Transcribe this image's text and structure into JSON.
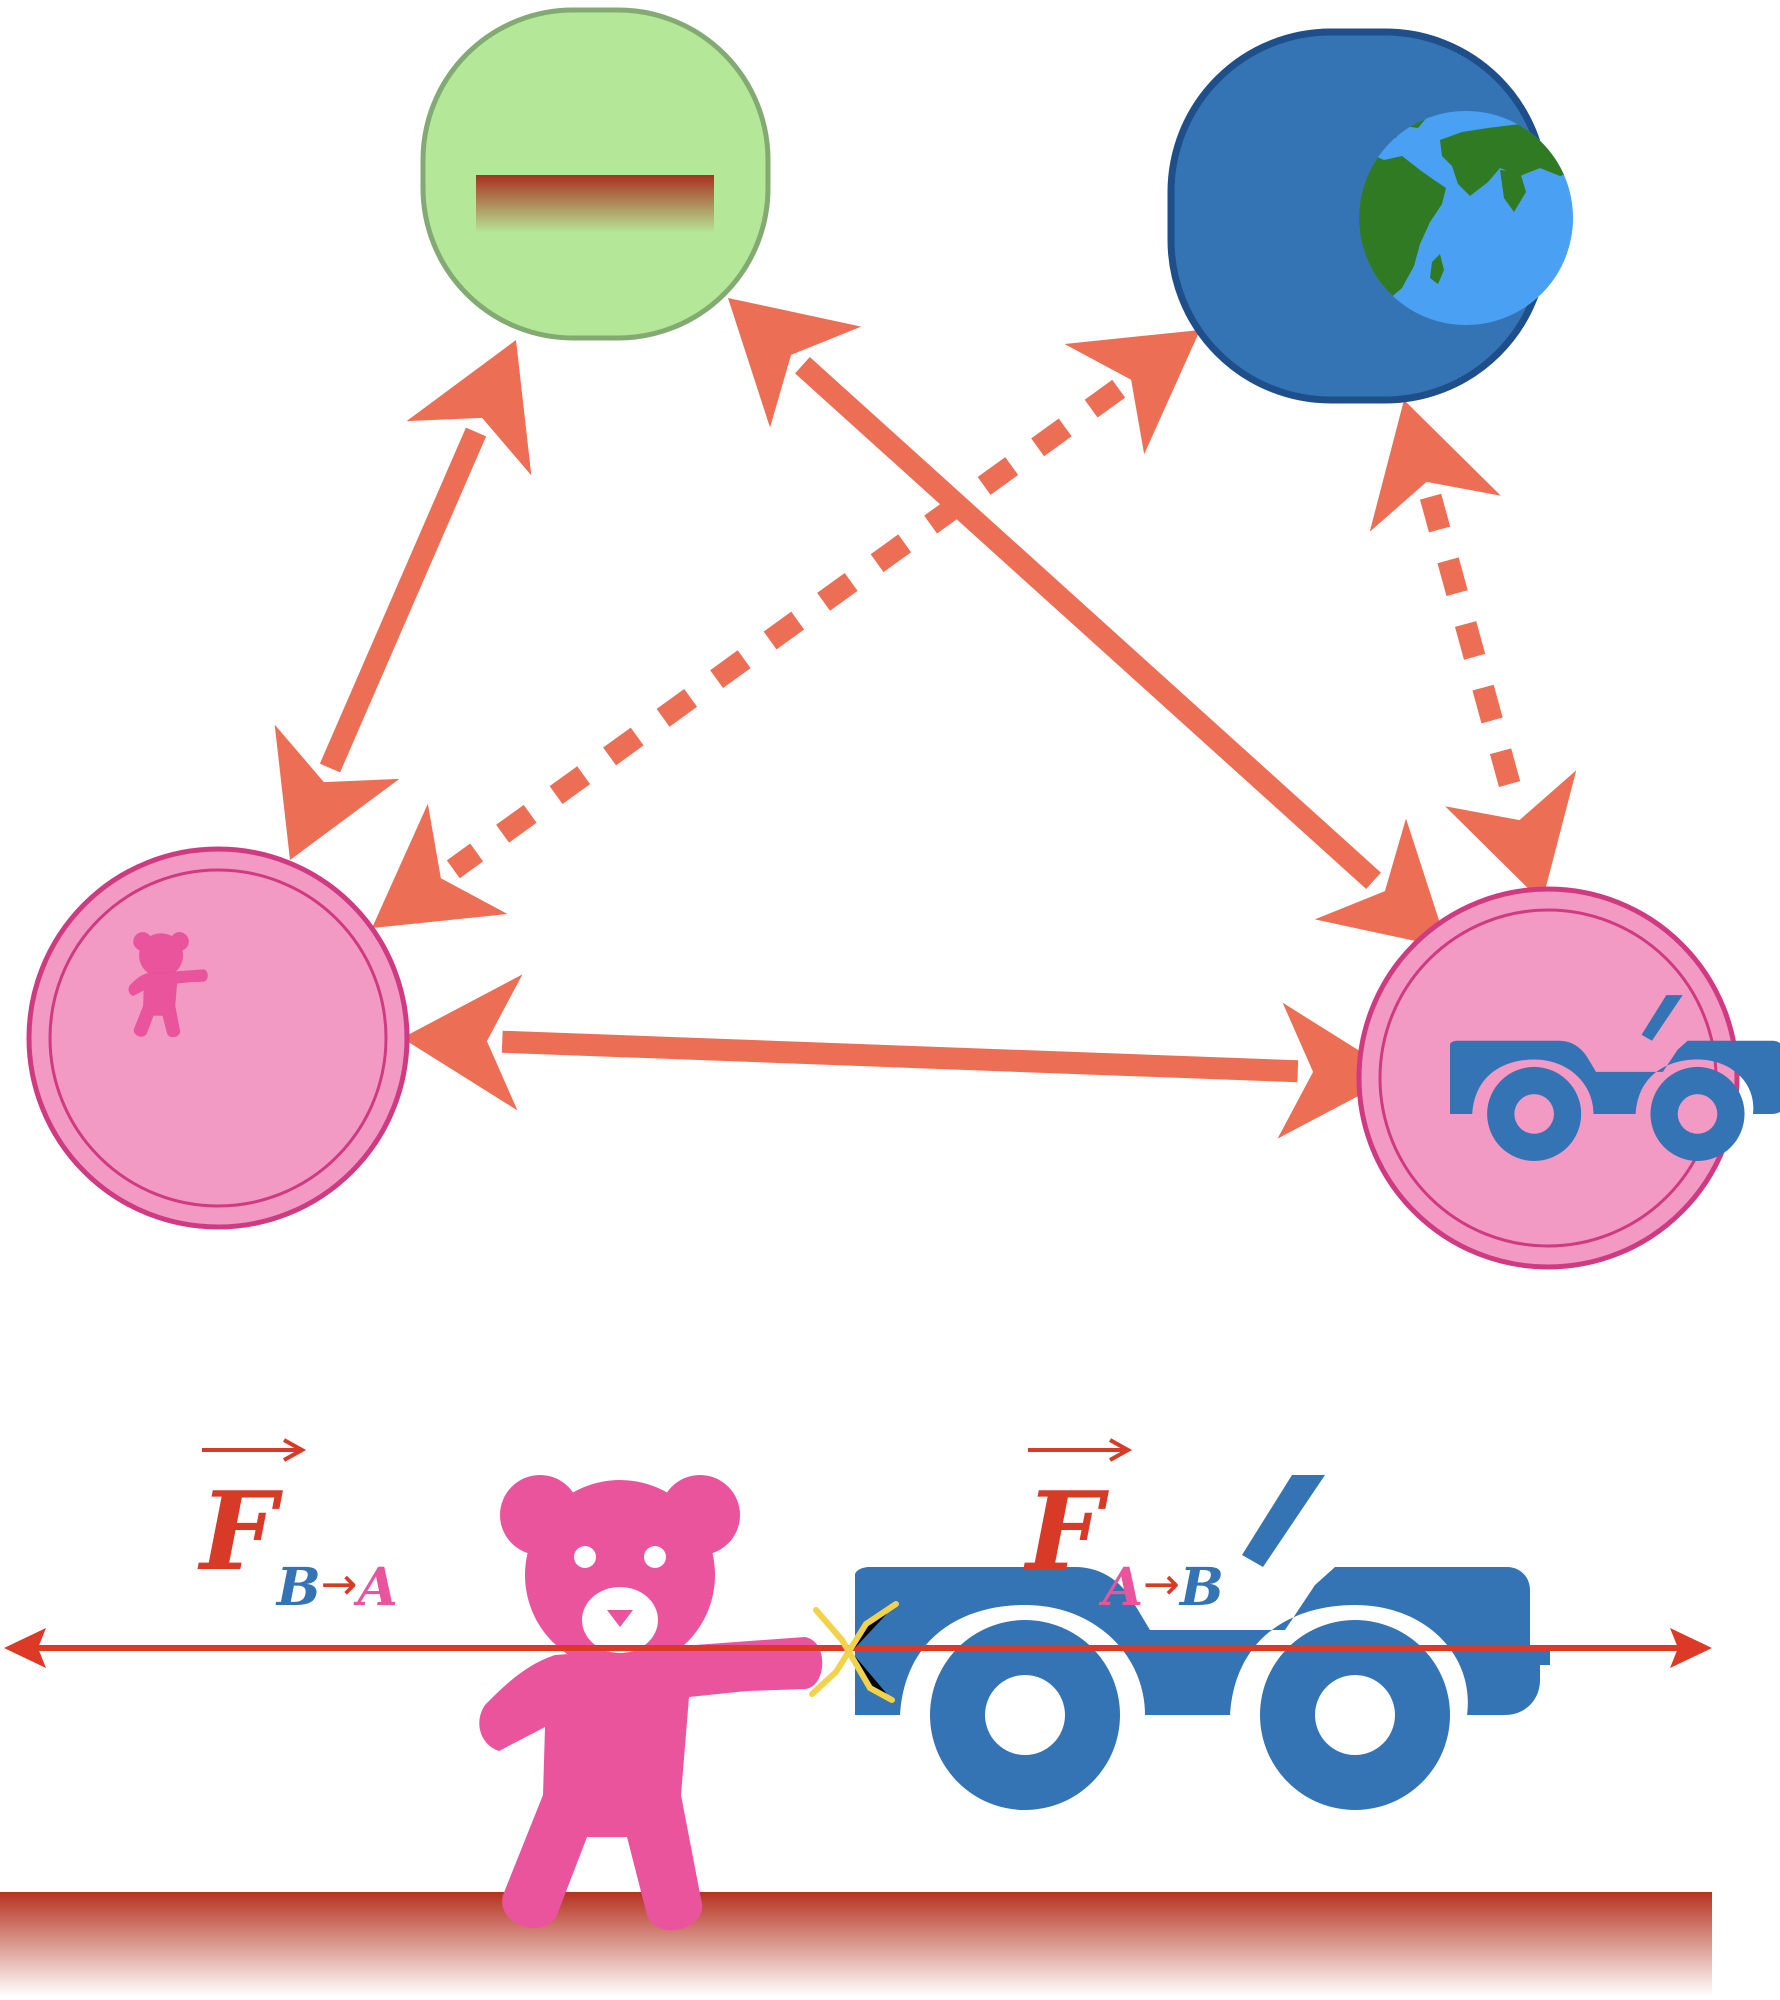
{
  "colors": {
    "arrow": "#ec6e55",
    "ground_top": "#b5321f",
    "interaction_line": "#dc3a26",
    "bear": "#ea549c",
    "bear_badge_fill": "#f29ac4",
    "badge_ring": "#d03a80",
    "jeep": "#3474b4",
    "earth_badge": "#3474b4",
    "earth_ring": "#1f4f8a",
    "ground_badge": "#b4e898",
    "ground_badge_ring": "#82aa72",
    "ocean": "#4aa0f2",
    "land": "#2f7a22",
    "contact_mark": "#f2d24a",
    "label_F": "#d83a28",
    "label_A": "#ea549c",
    "label_B": "#3474b4"
  },
  "nodes": {
    "ground": {
      "icon": "ground-icon"
    },
    "earth": {
      "icon": "earth-icon"
    },
    "bear": {
      "icon": "teddy-bear-icon"
    },
    "jeep": {
      "icon": "jeep-icon"
    }
  },
  "interactions": [
    {
      "from": "ground",
      "to": "bear",
      "kind": "contact"
    },
    {
      "from": "ground",
      "to": "jeep",
      "kind": "contact"
    },
    {
      "from": "earth",
      "to": "bear",
      "kind": "distance"
    },
    {
      "from": "earth",
      "to": "jeep",
      "kind": "distance"
    },
    {
      "from": "bear",
      "to": "jeep",
      "kind": "contact"
    }
  ],
  "scene": {
    "force_left": {
      "symbol": "F",
      "from": "B",
      "arrow": "→",
      "to": "A"
    },
    "force_right": {
      "symbol": "F",
      "from": "A",
      "arrow": "→",
      "to": "B"
    }
  }
}
